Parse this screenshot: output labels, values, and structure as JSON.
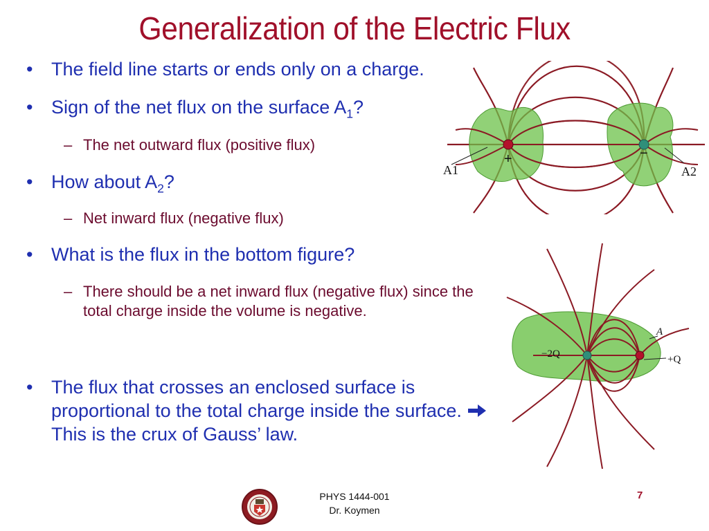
{
  "slide": {
    "title": "Generalization of the Electric Flux",
    "bullets": [
      {
        "text": "The field line starts or ends only on a charge."
      },
      {
        "text_pre": "Sign of the net flux on the surface A",
        "sub": "1",
        "text_post": "?"
      },
      {
        "text": "The net outward flux (positive flux)"
      },
      {
        "text_pre": "How about A",
        "sub": "2",
        "text_post": "?"
      },
      {
        "text": "Net inward flux (negative flux)"
      },
      {
        "text": "What is the flux in the bottom figure?"
      },
      {
        "text": "There should be a net inward flux (negative flux) since the total charge inside the volume is negative."
      },
      {
        "text_pre": "The flux that crosses an enclosed surface is proportional to the total charge inside the surface.",
        "text_post": "This is the crux of Gauss’ law."
      }
    ],
    "bullet_symbol": "•",
    "sub_bullet_symbol": "–"
  },
  "figure_top": {
    "label_a1": "A1",
    "label_a2": "A2",
    "plus": "+",
    "minus": "−"
  },
  "figure_bottom": {
    "label_a": "A",
    "label_neg": "−2Q",
    "label_pos": "+Q"
  },
  "footer": {
    "course": "PHYS 1444-001",
    "instructor": "Dr. Koymen",
    "page": "7"
  },
  "colors": {
    "title": "#a0102a",
    "bullet_l1": "#1f2fb0",
    "bullet_l2": "#6b0b2e",
    "surface_green": "#6cc24a",
    "field_line": "#8b1a24"
  },
  "icons": [
    "arrow-right-icon",
    "university-seal-icon"
  ]
}
